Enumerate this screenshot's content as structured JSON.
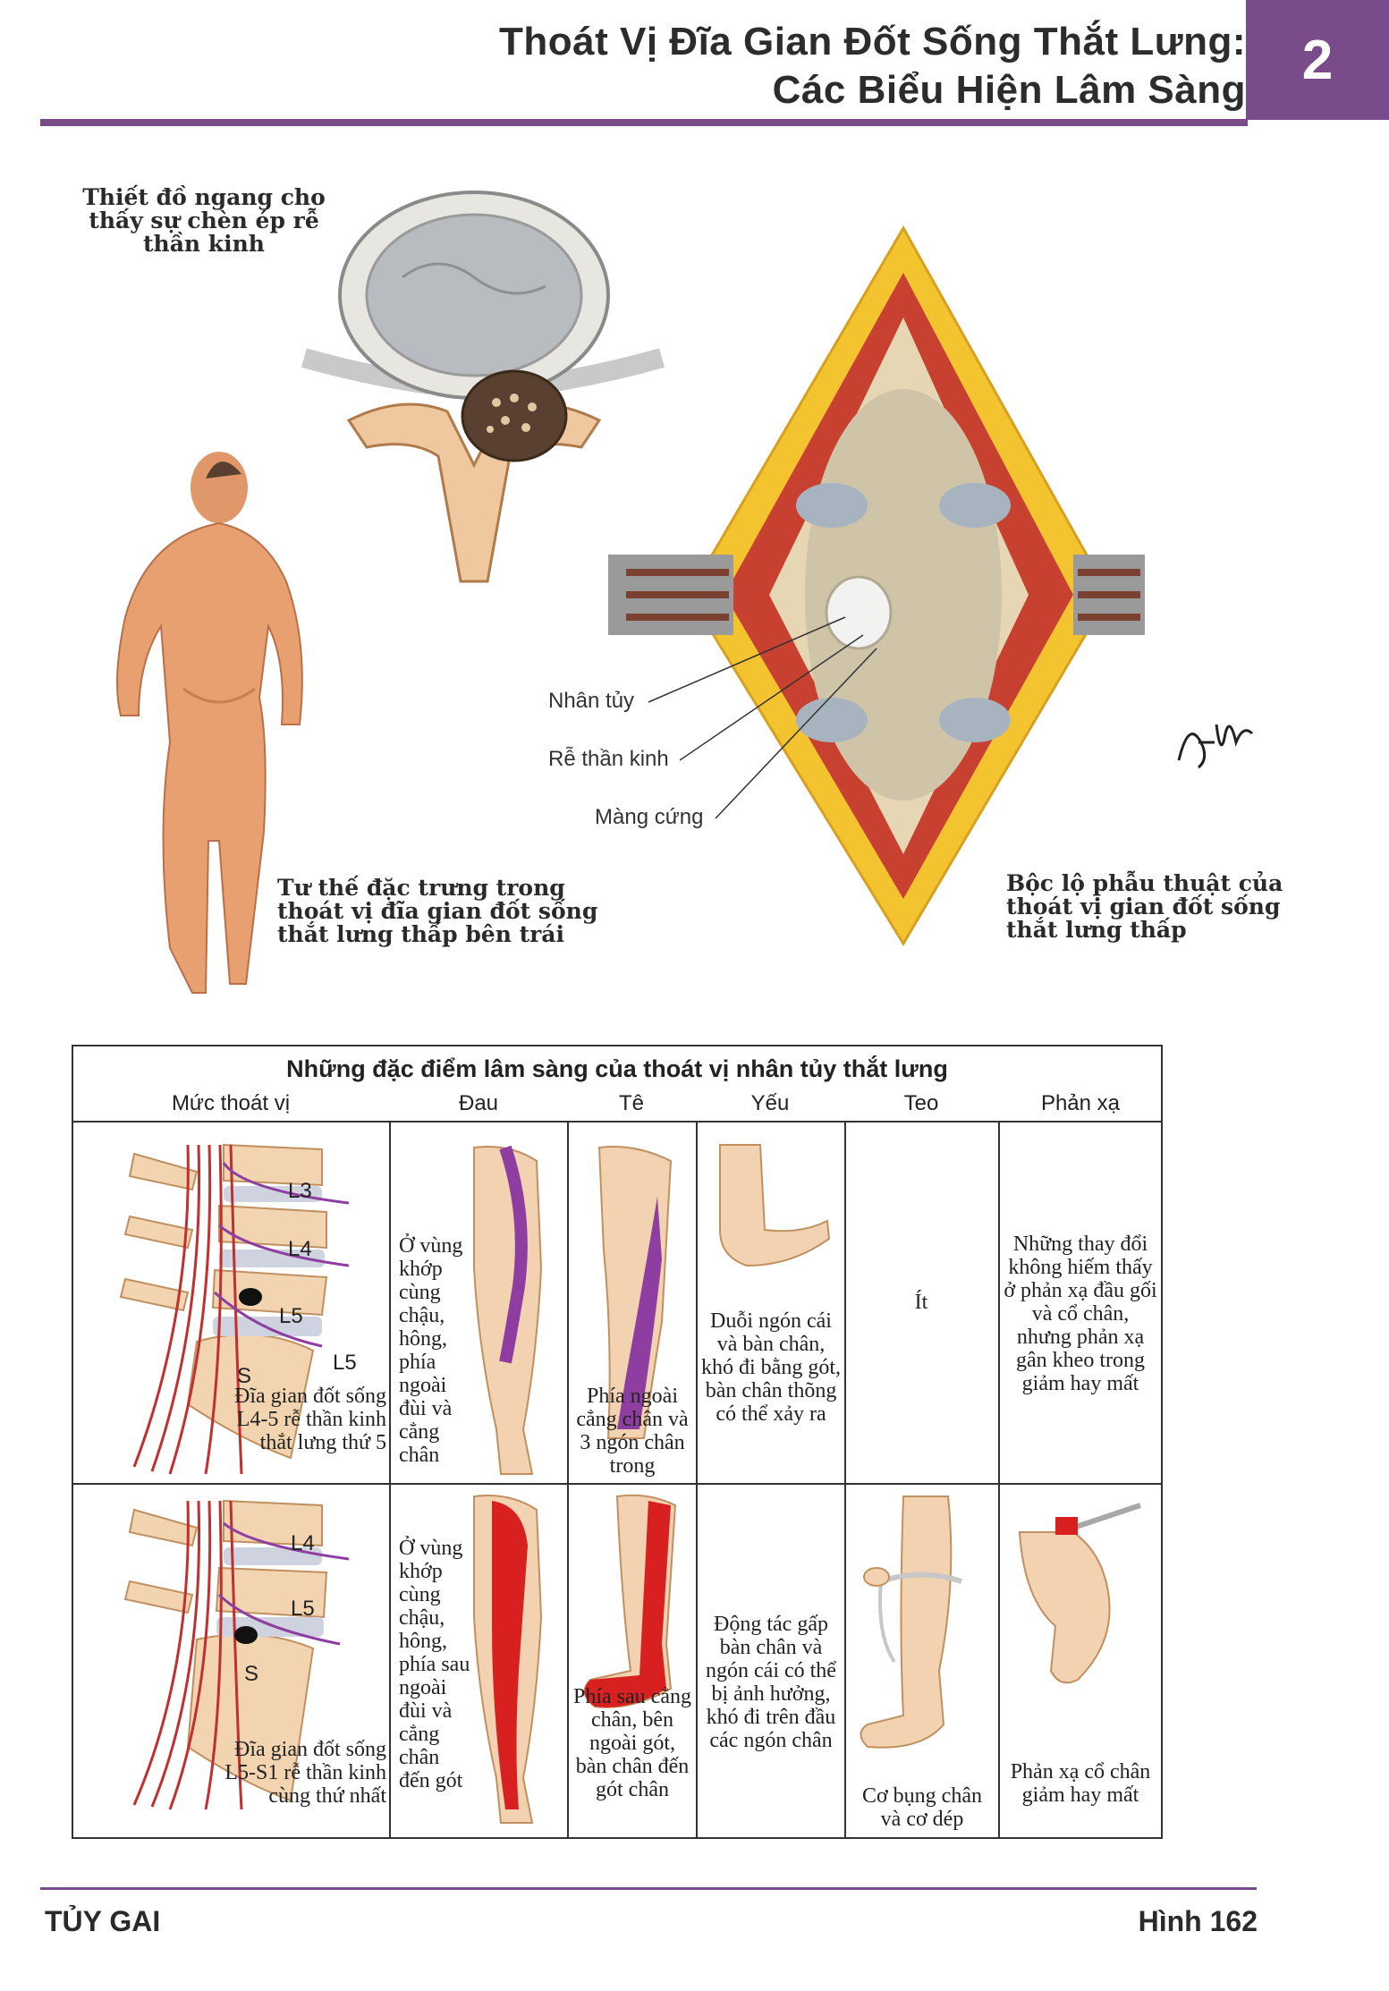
{
  "header": {
    "title_line1": "Thoát Vị Đĩa Gian Đốt Sống Thắt Lưng:",
    "title_line2": "Các Biểu Hiện Lâm Sàng",
    "chapter_number": "2",
    "accent_color": "#7a4b8a"
  },
  "figures": {
    "cross_section_caption": "Thiết đồ ngang cho thấy sự chèn ép rễ thần kinh",
    "posture_caption": "Tư thế đặc trưng trong thoát vị đĩa gian đốt sống thắt lưng thấp bên trái",
    "surgical_caption": "Bộc lộ phẫu thuật của thoát vị gian đốt sống thắt lưng thấp",
    "labels": {
      "nucleus": "Nhân tủy",
      "nerve_root": "Rễ thần kinh",
      "dura": "Màng cứng"
    },
    "signature": "F. Netter M.D."
  },
  "table": {
    "title": "Những đặc điểm lâm sàng của thoát vị nhân tủy thắt lưng",
    "columns": [
      "Mức thoát vị",
      "Đau",
      "Tê",
      "Yếu",
      "Teo",
      "Phản xạ"
    ],
    "rows": [
      {
        "level_labels": [
          "L3",
          "L4",
          "L5",
          "S",
          "L5"
        ],
        "level": "Đĩa gian đốt sống L4-5 rễ thần kinh thắt lưng thứ 5",
        "pain": "Ở vùng khớp cùng chậu, hông, phía ngoài đùi và cẳng chân",
        "numbness": "Phía ngoài cẳng chân và 3 ngón chân trong",
        "weakness": "Duỗi ngón cái và bàn chân, khó đi bằng gót, bàn chân thõng có thể xảy ra",
        "atrophy": "Ít",
        "reflex": "Những thay đổi không hiếm thấy ở phản xạ đầu gối và cổ chân, nhưng phản xạ gân kheo trong giảm hay mất"
      },
      {
        "level_labels": [
          "L4",
          "L5",
          "S"
        ],
        "level": "Đĩa gian đốt sống L5-S1 rễ thần kinh cùng thứ nhất",
        "pain": "Ở vùng khớp cùng chậu, hông, phía sau ngoài đùi và cẳng chân đến gót",
        "numbness": "Phía sau cẳng chân, bên ngoài gót, bàn chân đến gót chân",
        "weakness": "Động tác gấp bàn chân và ngón cái có thể bị ảnh hưởng, khó đi trên đầu các ngón chân",
        "atrophy": "Cơ bụng chân và cơ dép",
        "reflex": "Phản xạ cổ chân giảm hay mất"
      }
    ]
  },
  "footer": {
    "section": "TỦY GAI",
    "figure_ref": "Hình 162"
  }
}
